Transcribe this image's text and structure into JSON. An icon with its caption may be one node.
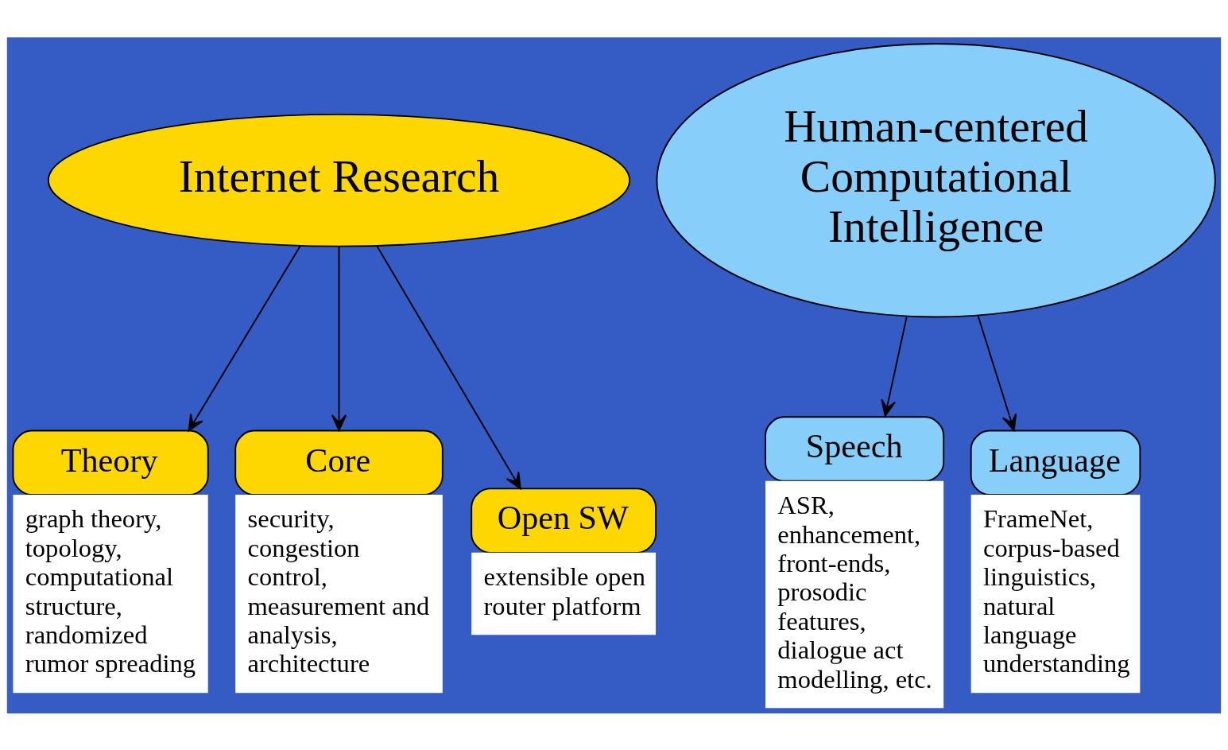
{
  "diagram": {
    "nodes": [
      {
        "text": [
          "Internet Research"
        ]
      },
      {
        "text": [
          "Human-centered Computational Intelligence"
        ]
      },
      {
        "text": [
          "Theory",
          "graph theory, topology, computational structure, randomized rumor spreading"
        ]
      },
      {
        "text": [
          "Core",
          "security, congestion control, measurement and analysis, architecture"
        ]
      },
      {
        "text": [
          "Open SW",
          "extensible open router platform"
        ]
      },
      {
        "text": [
          "Speech",
          "ASR, enhancement, front-ends, prosodic features, dialogue act modelling, etc."
        ]
      },
      {
        "text": [
          "Language",
          "FrameNet, corpus-based linguistics, natural language understanding"
        ]
      }
    ],
    "edges": [
      {
        "from": 0,
        "to": 2,
        "arrow": "to"
      },
      {
        "from": 0,
        "to": 3,
        "arrow": "to"
      },
      {
        "from": 0,
        "to": 4,
        "arrow": "to"
      },
      {
        "from": 1,
        "to": 5,
        "arrow": "to"
      },
      {
        "from": 1,
        "to": 6,
        "arrow": "to"
      }
    ]
  }
}
